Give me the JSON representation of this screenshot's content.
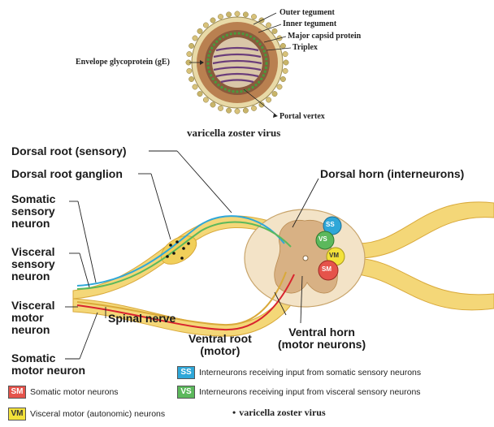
{
  "virus": {
    "title": "varicella zoster virus",
    "labels": {
      "outer_tegument": "Outer tegument",
      "inner_tegument": "Inner tegument",
      "major_capsid": "Major capsid protein",
      "triplex": "Triplex",
      "envelope": "Envelope glycoprotein (gE)",
      "portal": "Portal vertex"
    }
  },
  "labels": {
    "dorsal_root": "Dorsal root (sensory)",
    "dorsal_root_ganglion": "Dorsal root ganglion",
    "dorsal_horn": "Dorsal horn (interneurons)",
    "somatic_sensory": [
      "Somatic",
      "sensory",
      "neuron"
    ],
    "visceral_sensory": [
      "Visceral",
      "sensory",
      "neuron"
    ],
    "visceral_motor": [
      "Visceral",
      "motor",
      "neuron"
    ],
    "somatic_motor": [
      "Somatic",
      "motor neuron"
    ],
    "spinal_nerve": "Spinal nerve",
    "ventral_root": [
      "Ventral root",
      "(motor)"
    ],
    "ventral_horn": [
      "Ventral horn",
      "(motor neurons)"
    ]
  },
  "regions": {
    "ss": "SS",
    "vs": "VS",
    "vm": "VM",
    "sm": "SM"
  },
  "legend": [
    {
      "code": "SS",
      "text": "Interneurons receiving input from somatic sensory neurons",
      "color": "#2fa7d8"
    },
    {
      "code": "VS",
      "text": "Interneurons receiving input from visceral sensory neurons",
      "color": "#5cb85c"
    },
    {
      "code": "SM",
      "text": "Somatic motor neurons",
      "color": "#e5534b"
    },
    {
      "code": "VM",
      "text": "Visceral motor (autonomic) neurons",
      "color": "#f3e23a"
    }
  ],
  "legend_marker": {
    "symbol": "•",
    "text": "varicella zoster virus"
  },
  "colors": {
    "nerve": "#f4d778",
    "nerve_edge": "#d9a93a",
    "somatic_sensory": "#2fa7d8",
    "visceral_sensory": "#5cb85c",
    "visceral_motor": "#d9a93a",
    "somatic_motor": "#d9232e",
    "grey_matter": "#d8b184",
    "white_matter": "#f3e3c7"
  }
}
